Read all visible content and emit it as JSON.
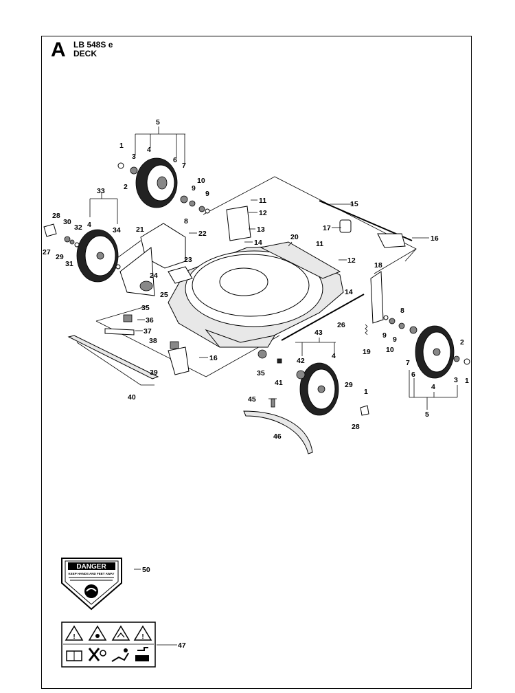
{
  "header": {
    "section": "A",
    "model": "LB 548S e",
    "assembly": "DECK"
  },
  "labels": {
    "danger_title": "DANGER",
    "danger_line1": "KEEP HANDS AND FEET AWAY"
  },
  "callouts": [
    "5",
    "1",
    "3",
    "4",
    "6",
    "7",
    "2",
    "10",
    "9",
    "8",
    "9",
    "11",
    "12",
    "13",
    "14",
    "15",
    "17",
    "16",
    "33",
    "28",
    "30",
    "32",
    "4",
    "34",
    "21",
    "22",
    "27",
    "29",
    "31",
    "23",
    "24",
    "25",
    "35",
    "20",
    "11",
    "12",
    "18",
    "14",
    "36",
    "37",
    "38",
    "16",
    "39",
    "40",
    "26",
    "8",
    "9",
    "9",
    "10",
    "19",
    "43",
    "42",
    "4",
    "35",
    "41",
    "29",
    "1",
    "28",
    "45",
    "46",
    "2",
    "7",
    "3",
    "1",
    "6",
    "4",
    "5",
    "50",
    "47"
  ]
}
